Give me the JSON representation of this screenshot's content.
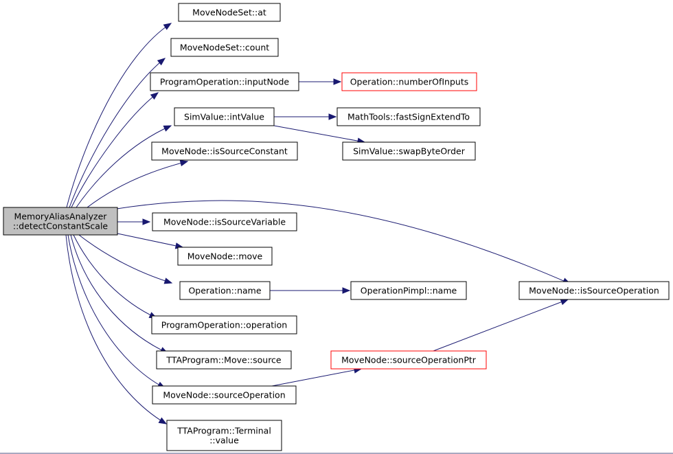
{
  "graph": {
    "root": {
      "id": "root",
      "lines": [
        "MemoryAliasAnalyzer",
        "::detectConstantScale"
      ],
      "highlighted": true
    },
    "nodes": [
      {
        "id": "n_at",
        "lines": [
          "MoveNodeSet::at"
        ]
      },
      {
        "id": "n_count",
        "lines": [
          "MoveNodeSet::count"
        ]
      },
      {
        "id": "n_inputNode",
        "lines": [
          "ProgramOperation::inputNode"
        ]
      },
      {
        "id": "n_numInputs",
        "lines": [
          "Operation::numberOfInputs"
        ],
        "red": true
      },
      {
        "id": "n_intValue",
        "lines": [
          "SimValue::intValue"
        ]
      },
      {
        "id": "n_fastSign",
        "lines": [
          "MathTools::fastSignExtendTo"
        ]
      },
      {
        "id": "n_swap",
        "lines": [
          "SimValue::swapByteOrder"
        ]
      },
      {
        "id": "n_isConst",
        "lines": [
          "MoveNode::isSourceConstant"
        ]
      },
      {
        "id": "n_isVar",
        "lines": [
          "MoveNode::isSourceVariable"
        ]
      },
      {
        "id": "n_move",
        "lines": [
          "MoveNode::move"
        ]
      },
      {
        "id": "n_opName",
        "lines": [
          "Operation::name"
        ]
      },
      {
        "id": "n_pimplName",
        "lines": [
          "OperationPimpl::name"
        ]
      },
      {
        "id": "n_isSrcOp",
        "lines": [
          "MoveNode::isSourceOperation"
        ]
      },
      {
        "id": "n_operation",
        "lines": [
          "ProgramOperation::operation"
        ]
      },
      {
        "id": "n_source",
        "lines": [
          "TTAProgram::Move::source"
        ]
      },
      {
        "id": "n_srcOpPtr",
        "lines": [
          "MoveNode::sourceOperationPtr"
        ],
        "red": true
      },
      {
        "id": "n_srcOp",
        "lines": [
          "MoveNode::sourceOperation"
        ]
      },
      {
        "id": "n_termValue",
        "lines": [
          "TTAProgram::Terminal",
          "::value"
        ]
      }
    ],
    "edges": [
      {
        "from": "root",
        "to": "n_at"
      },
      {
        "from": "root",
        "to": "n_count"
      },
      {
        "from": "root",
        "to": "n_inputNode"
      },
      {
        "from": "root",
        "to": "n_intValue"
      },
      {
        "from": "root",
        "to": "n_isConst"
      },
      {
        "from": "root",
        "to": "n_isSrcOp"
      },
      {
        "from": "root",
        "to": "n_isVar"
      },
      {
        "from": "root",
        "to": "n_move"
      },
      {
        "from": "root",
        "to": "n_opName"
      },
      {
        "from": "root",
        "to": "n_operation"
      },
      {
        "from": "root",
        "to": "n_source"
      },
      {
        "from": "root",
        "to": "n_srcOp"
      },
      {
        "from": "root",
        "to": "n_termValue"
      },
      {
        "from": "n_inputNode",
        "to": "n_numInputs"
      },
      {
        "from": "n_intValue",
        "to": "n_fastSign"
      },
      {
        "from": "n_intValue",
        "to": "n_swap"
      },
      {
        "from": "n_opName",
        "to": "n_pimplName"
      },
      {
        "from": "n_srcOp",
        "to": "n_srcOpPtr"
      },
      {
        "from": "n_srcOpPtr",
        "to": "n_isSrcOp"
      }
    ],
    "colors": {
      "edge": "#191970",
      "root_fill": "#bfbfbf",
      "red_border": "#ff0000"
    }
  }
}
